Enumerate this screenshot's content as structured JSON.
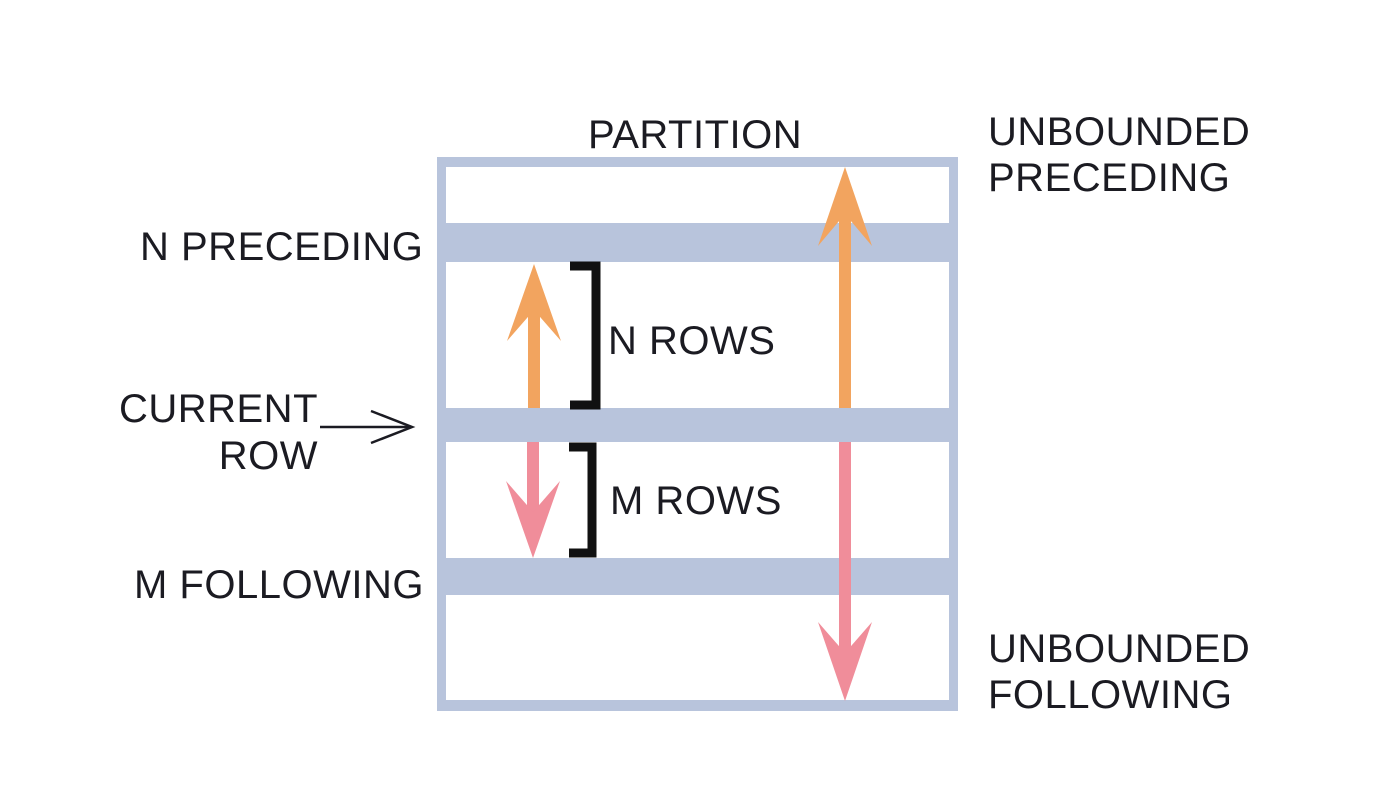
{
  "title": {
    "partition": "PARTITION"
  },
  "labels": {
    "unbounded_preceding": [
      "UNBOUNDED",
      "PRECEDING"
    ],
    "n_preceding": "N PRECEDING",
    "current_row": [
      "CURRENT",
      "ROW"
    ],
    "m_following": "M FOLLOWING",
    "n_rows": "N ROWS",
    "m_rows": "M ROWS",
    "unbounded_following": [
      "UNBOUNDED",
      "FOLLOWING"
    ]
  },
  "colors": {
    "background": "#ffffff",
    "white": "#ffffff",
    "band": "#b8c4dc",
    "orange": "#f2a45f",
    "pink": "#f08d9a",
    "ink": "#1b1b22",
    "bracket": "#111111"
  }
}
